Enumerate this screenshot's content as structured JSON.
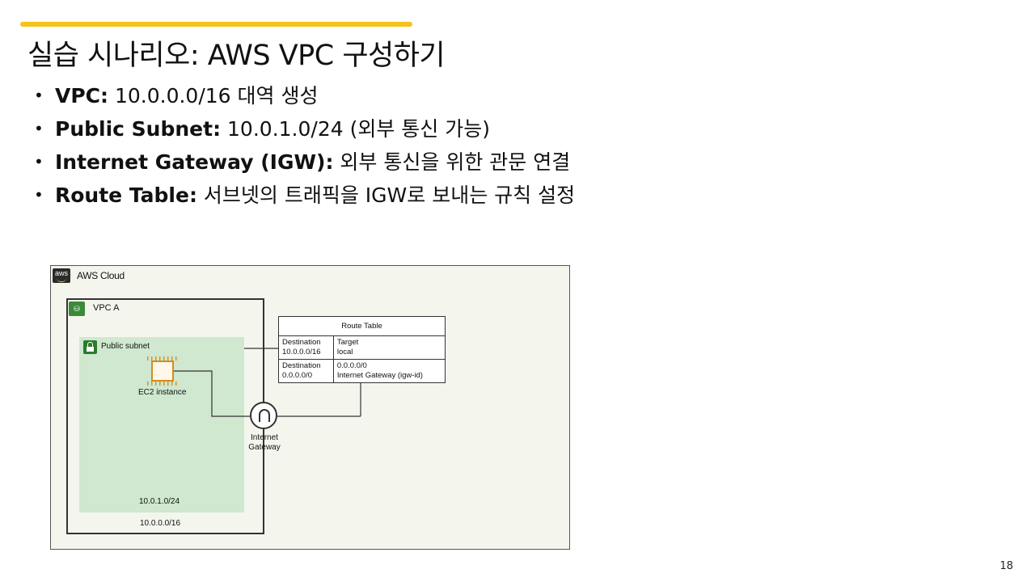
{
  "slide": {
    "title": "실습 시나리오: AWS VPC 구성하기",
    "page_number": "18",
    "accent_color": "#f5c21a"
  },
  "bullets": [
    {
      "bold": "VPC:",
      "text": " 10.0.0.0/16 대역 생성"
    },
    {
      "bold": "Public Subnet:",
      "text": " 10.0.1.0/24 (외부 통신 가능)"
    },
    {
      "bold": "Internet Gateway (IGW):",
      "text": " 외부 통신을 위한 관문 연결"
    },
    {
      "bold": "Route Table:",
      "text": " 서브넷의 트래픽을 IGW로 보내는 규칙 설정"
    }
  ],
  "diagram": {
    "aws_logo_text": "aws",
    "cloud_label": "AWS Cloud",
    "vpc_label": "VPC A",
    "subnet_label": "Public subnet",
    "ec2_label": "EC2 instance",
    "subnet_cidr": "10.0.1.0/24",
    "vpc_cidr": "10.0.0.0/16",
    "igw_label_line1": "Internet",
    "igw_label_line2": "Gateway",
    "route_table": {
      "title": "Route Table",
      "rows": [
        {
          "dest_header": "Destination",
          "dest": "10.0.0.0/16",
          "target_header": "Target",
          "target": "local"
        },
        {
          "dest_header": "Destination",
          "dest": "0.0.0.0/0",
          "target_header": "0.0.0.0/0",
          "target": "Internet Gateway (igw-id)"
        }
      ]
    },
    "colors": {
      "subnet_fill": "#cfe8cf",
      "ec2_orange": "#d98a1c",
      "vpc_green": "#3a8a3a"
    }
  }
}
